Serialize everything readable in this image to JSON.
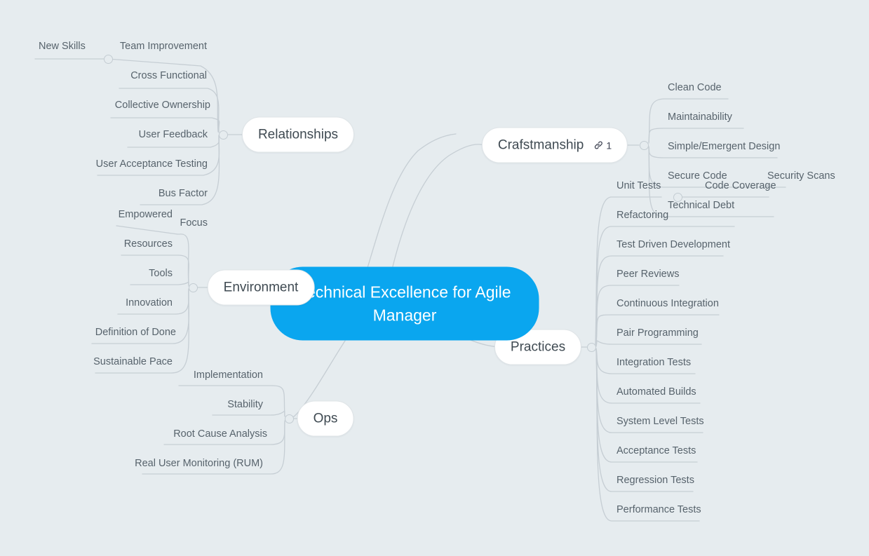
{
  "app": {
    "background_color": "#e6ecef",
    "accent_color": "#0aa6ef",
    "line_color": "#c3ccd2",
    "text_color": "#57636c"
  },
  "central": {
    "label": "Technical Excellence for Agile Manager"
  },
  "branches": {
    "relationships": {
      "label": "Relationships",
      "children": [
        {
          "label": "Team Improvement",
          "children": [
            {
              "label": "New Skills"
            }
          ]
        },
        {
          "label": "Cross Functional"
        },
        {
          "label": "Collective Ownership"
        },
        {
          "label": "User Feedback"
        },
        {
          "label": "User Acceptance Testing"
        },
        {
          "label": "Bus Factor"
        }
      ]
    },
    "craftsmanship": {
      "label": "Crafstmanship",
      "link_icon": "link-icon",
      "link_count": "1",
      "children": [
        {
          "label": "Clean Code"
        },
        {
          "label": "Maintainability"
        },
        {
          "label": "Simple/Emergent Design"
        },
        {
          "label": "Secure Code",
          "children": [
            {
              "label": "Security Scans"
            }
          ]
        },
        {
          "label": "Technical Debt"
        }
      ]
    },
    "environment": {
      "label": "Environment",
      "children": [
        {
          "label": "Focus",
          "children": [
            {
              "label": "Empowered"
            }
          ]
        },
        {
          "label": "Resources"
        },
        {
          "label": "Tools"
        },
        {
          "label": "Innovation"
        },
        {
          "label": "Definition of Done"
        },
        {
          "label": "Sustainable Pace"
        }
      ]
    },
    "practices": {
      "label": "Practices",
      "children": [
        {
          "label": "Unit Tests",
          "children": [
            {
              "label": "Code Coverage"
            }
          ]
        },
        {
          "label": "Refactoring"
        },
        {
          "label": "Test Driven Development"
        },
        {
          "label": "Peer Reviews"
        },
        {
          "label": "Continuous Integration"
        },
        {
          "label": "Pair Programming"
        },
        {
          "label": "Integration Tests"
        },
        {
          "label": "Automated Builds"
        },
        {
          "label": "System Level Tests"
        },
        {
          "label": "Acceptance Tests"
        },
        {
          "label": "Regression Tests"
        },
        {
          "label": "Performance Tests"
        }
      ]
    },
    "ops": {
      "label": "Ops",
      "children": [
        {
          "label": "Implementation"
        },
        {
          "label": "Stability"
        },
        {
          "label": "Root Cause Analysis"
        },
        {
          "label": "Real User Monitoring (RUM)"
        }
      ]
    }
  }
}
